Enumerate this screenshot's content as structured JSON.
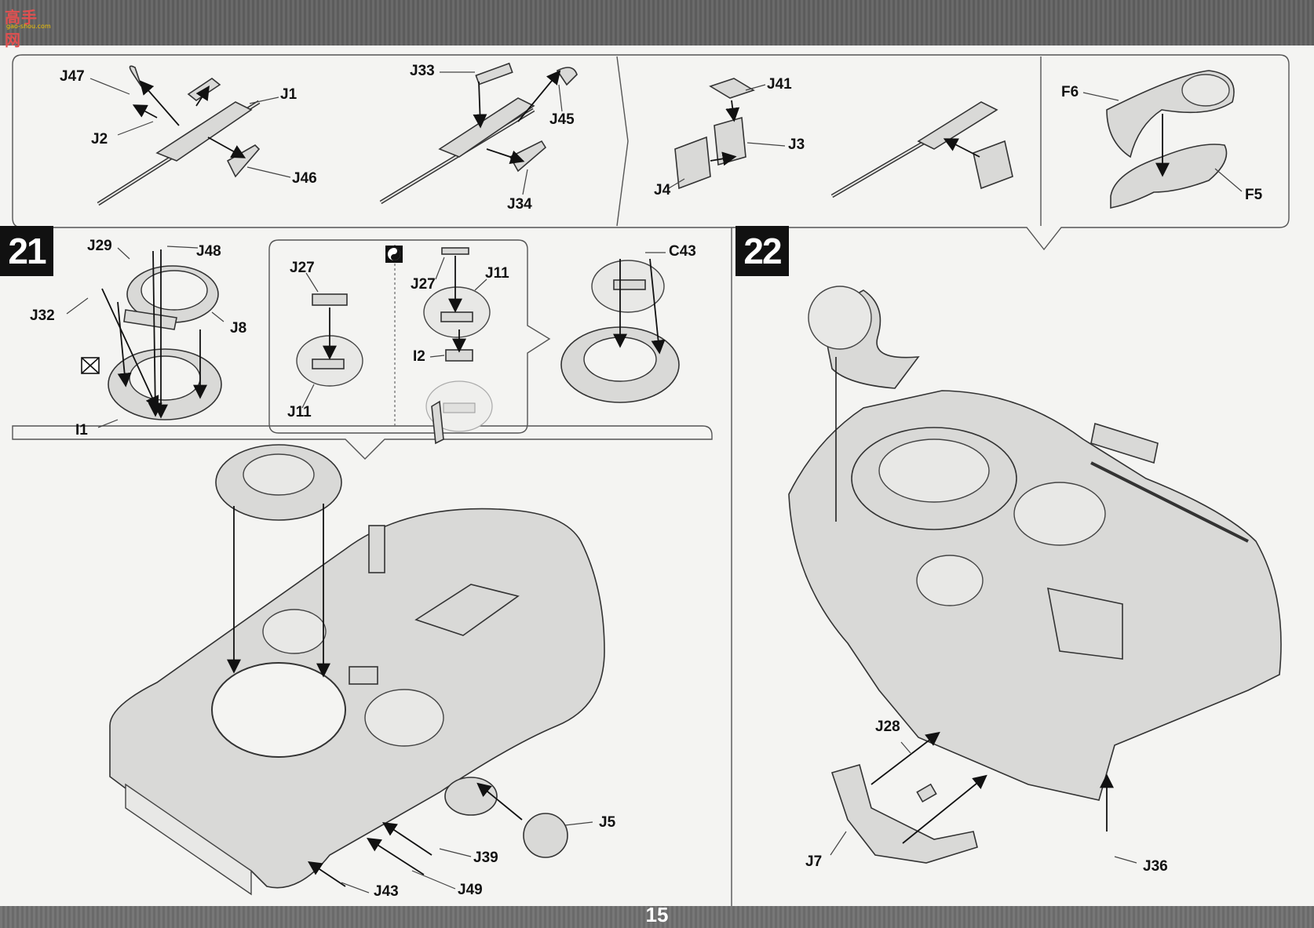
{
  "page": {
    "number": "15"
  },
  "header": {
    "logo_text": "高手网",
    "logo_subtext": "gao-shou.com"
  },
  "steps": [
    {
      "number": "21"
    },
    {
      "number": "22"
    }
  ],
  "parts": {
    "J47": "J47",
    "J1": "J1",
    "J2": "J2",
    "J46": "J46",
    "J33": "J33",
    "J45": "J45",
    "J34": "J34",
    "J41": "J41",
    "J3": "J3",
    "J4": "J4",
    "F6": "F6",
    "F5": "F5",
    "J29": "J29",
    "J48": "J48",
    "J32": "J32",
    "J8": "J8",
    "I1": "I1",
    "J27a": "J27",
    "J11a": "J11",
    "J27b": "J27",
    "J11b": "J11",
    "I2": "I2",
    "C43": "C43",
    "J5": "J5",
    "J39": "J39",
    "J43": "J43",
    "J49": "J49",
    "J28": "J28",
    "J7": "J7",
    "J36": "J36"
  },
  "icons": {
    "option_icon": "yin-yang-icon",
    "no_glue_icon": "x-box-icon"
  }
}
